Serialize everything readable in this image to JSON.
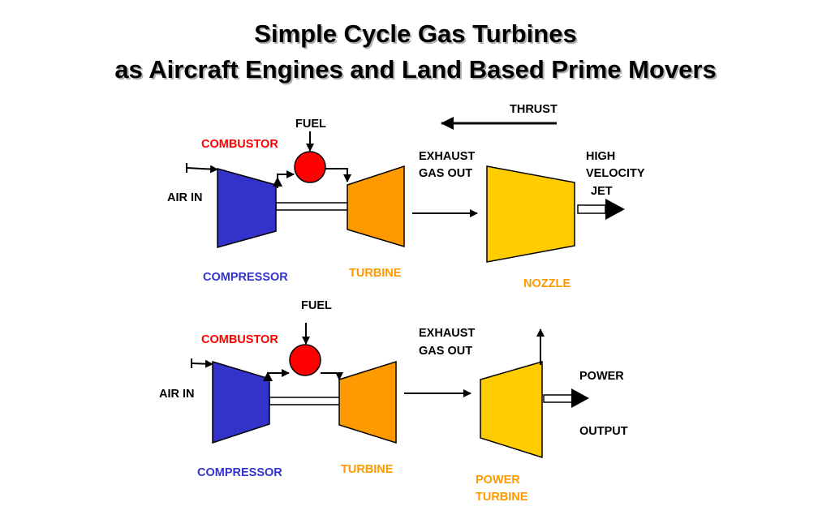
{
  "title": {
    "line1": "Simple Cycle Gas Turbines",
    "line2": "as Aircraft Engines and Land Based Prime Movers"
  },
  "colors": {
    "compressor": "#3333cc",
    "turbine": "#ff9900",
    "nozzle": "#ffcc00",
    "combustor": "#ff0000",
    "text_black": "#000000",
    "text_red": "#ff0000",
    "text_blue": "#3333cc",
    "text_orange": "#ff9900"
  },
  "aircraft": {
    "thrust": "THRUST",
    "fuel": "FUEL",
    "combustor": "COMBUSTOR",
    "air_in": "AIR IN",
    "exhaust_1": "EXHAUST",
    "exhaust_2": "GAS OUT",
    "jet_1": "HIGH",
    "jet_2": "VELOCITY",
    "jet_3": "JET",
    "compressor": "COMPRESSOR",
    "turbine": "TURBINE",
    "nozzle": "NOZZLE"
  },
  "land": {
    "fuel": "FUEL",
    "combustor": "COMBUSTOR",
    "air_in": "AIR IN",
    "exhaust_1": "EXHAUST",
    "exhaust_2": "GAS OUT",
    "power": "POWER",
    "output": "OUTPUT",
    "compressor": "COMPRESSOR",
    "turbine": "TURBINE",
    "power_turbine_1": "POWER",
    "power_turbine_2": "TURBINE"
  }
}
